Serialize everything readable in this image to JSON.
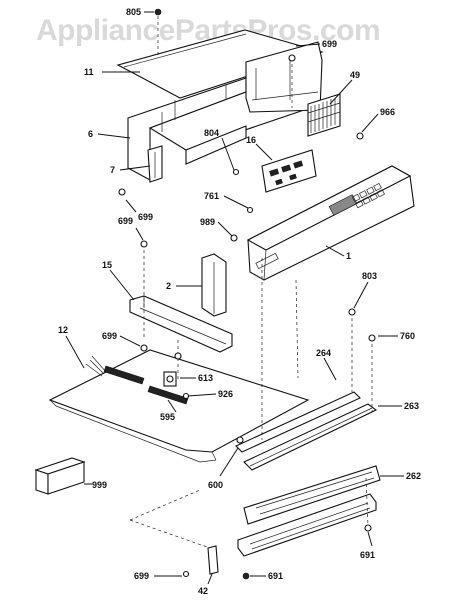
{
  "watermark": "AppliancePartsPros.com",
  "callouts": [
    {
      "id": "805"
    },
    {
      "id": "11"
    },
    {
      "id": "699-top"
    },
    {
      "id": "49"
    },
    {
      "id": "966"
    },
    {
      "id": "6"
    },
    {
      "id": "804"
    },
    {
      "id": "16"
    },
    {
      "id": "7"
    },
    {
      "id": "699-left"
    },
    {
      "id": "761"
    },
    {
      "id": "989"
    },
    {
      "id": "1"
    },
    {
      "id": "699-mid"
    },
    {
      "id": "2"
    },
    {
      "id": "15"
    },
    {
      "id": "803"
    },
    {
      "id": "12"
    },
    {
      "id": "699-panel"
    },
    {
      "id": "760"
    },
    {
      "id": "613"
    },
    {
      "id": "264"
    },
    {
      "id": "926"
    },
    {
      "id": "263"
    },
    {
      "id": "595"
    },
    {
      "id": "600"
    },
    {
      "id": "262"
    },
    {
      "id": "999"
    },
    {
      "id": "691-right"
    },
    {
      "id": "699-bottom"
    },
    {
      "id": "691-bottom"
    },
    {
      "id": "42"
    }
  ],
  "labels": {
    "805": "805",
    "11": "11",
    "699_top": "699",
    "49": "49",
    "966": "966",
    "6": "6",
    "804": "804",
    "16": "16",
    "7": "7",
    "699_left": "699",
    "761": "761",
    "989": "989",
    "1": "1",
    "699_mid": "699",
    "2": "2",
    "15": "15",
    "803": "803",
    "12": "12",
    "699_panel": "699",
    "760": "760",
    "613": "613",
    "264": "264",
    "926": "926",
    "263": "263",
    "595": "595",
    "600": "600",
    "262": "262",
    "999": "999",
    "691_right": "691",
    "699_bottom": "699",
    "691_bottom": "691",
    "42": "42"
  }
}
